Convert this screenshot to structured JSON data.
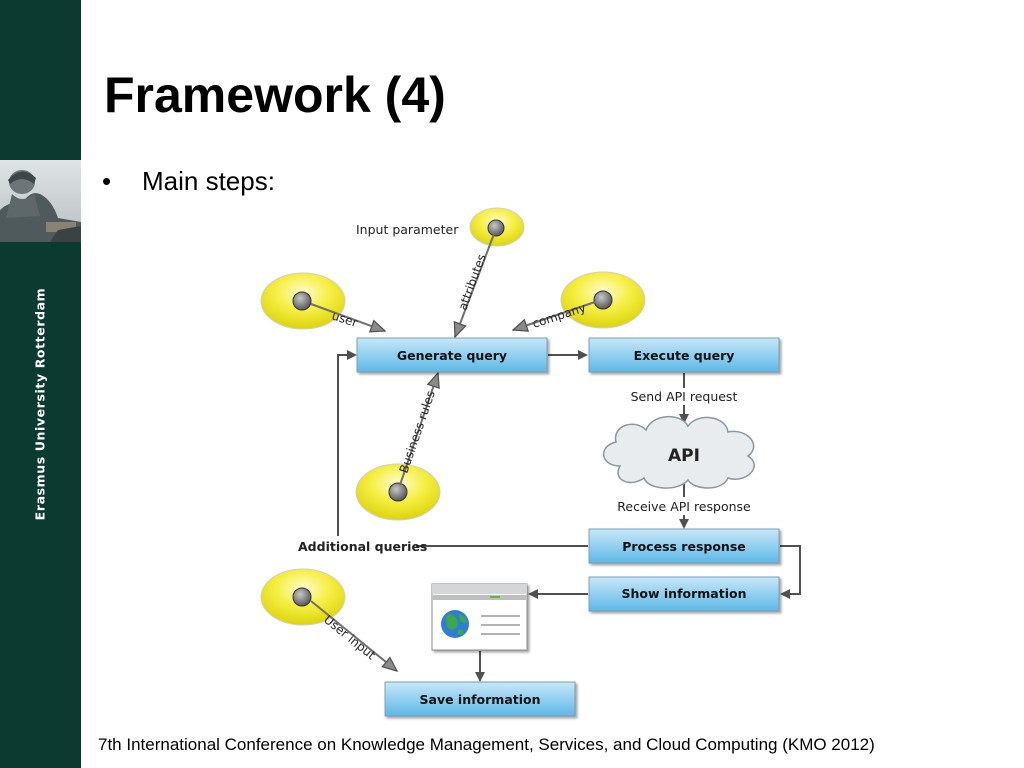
{
  "slide": {
    "title": "Framework (4)",
    "bullet_marker": "•",
    "bullet_text": "Main steps:",
    "footer": "7th International Conference on Knowledge Management, Services, and Cloud Computing (KMO 2012)"
  },
  "sidebar": {
    "university": "Erasmus University Rotterdam"
  },
  "diagram": {
    "boxes": {
      "generate_query": "Generate query",
      "execute_query": "Execute query",
      "process_response": "Process response",
      "show_information": "Show information",
      "save_information": "Save information"
    },
    "cloud": "API",
    "labels": {
      "input_parameter": "Input parameter",
      "send_api_request": "Send API request",
      "receive_api_response": "Receive API response",
      "additional_queries": "Additional queries"
    },
    "arrow_labels": {
      "user": "user",
      "attributes": "attributes",
      "company": "company",
      "business_rules": "Business rules",
      "user_input": "User input"
    }
  },
  "colors": {
    "sidebar": "#0b3a30",
    "box_top": "#c8e7f9",
    "box_bottom": "#5db8e6",
    "ellipse_fill": "#f2ec2c",
    "arrow": "#505050"
  }
}
